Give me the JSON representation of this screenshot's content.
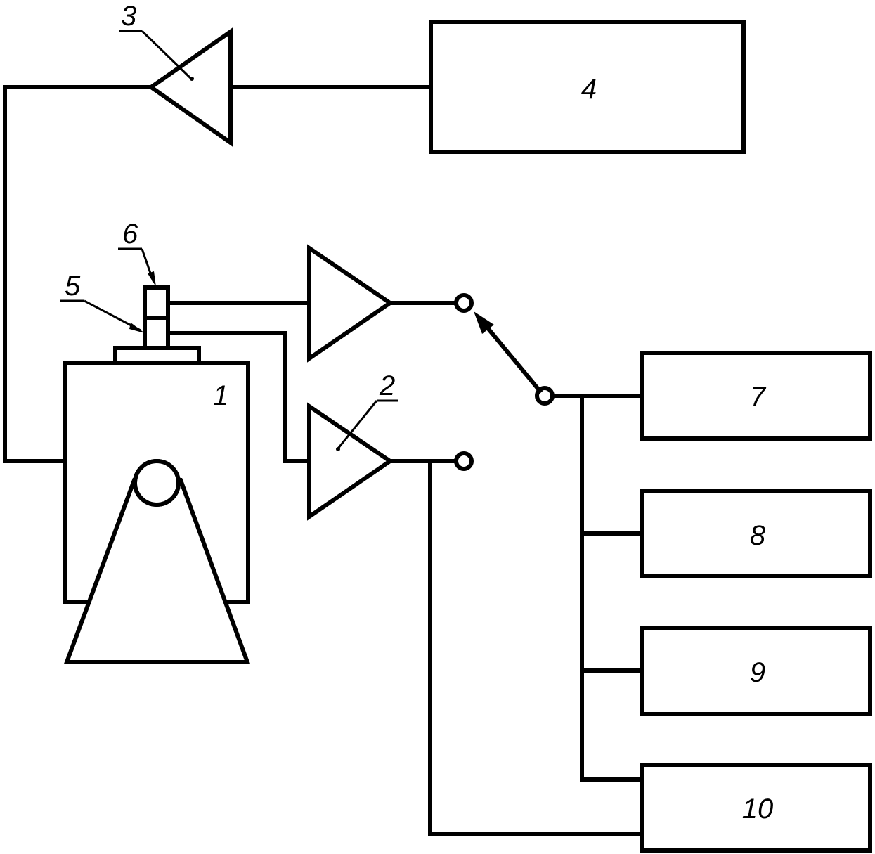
{
  "diagram": {
    "type": "block-diagram",
    "labels": {
      "machine": "1",
      "amplifier_2": "2",
      "amplifier_3": "3",
      "generator": "4",
      "base": "5",
      "sensor": "6",
      "block_7": "7",
      "block_8": "8",
      "block_9": "9",
      "block_10": "10"
    },
    "colors": {
      "stroke": "#000000",
      "background": "#ffffff"
    }
  }
}
